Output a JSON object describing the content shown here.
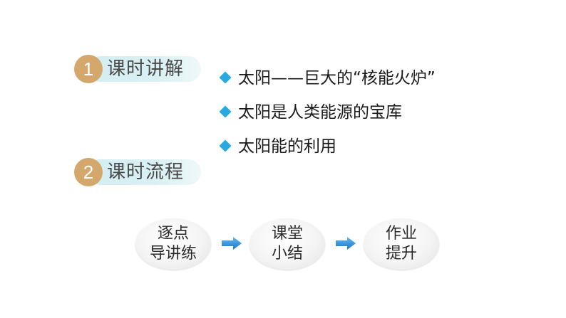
{
  "sections": [
    {
      "number": "1",
      "label": "课时讲解"
    },
    {
      "number": "2",
      "label": "课时流程"
    }
  ],
  "bullets": [
    "太阳——巨大的“核能火炉”",
    "太阳是人类能源的宝库",
    "太阳能的利用"
  ],
  "flow": {
    "steps": [
      {
        "line1": "逐点",
        "line2": "导讲练"
      },
      {
        "line1": "课堂",
        "line2": "小结"
      },
      {
        "line1": "作业",
        "line2": "提升"
      }
    ]
  },
  "colors": {
    "number_circle": "#d4a86c",
    "tag_background": "#d4eef2",
    "bullet_diamond": "#29a9e0",
    "arrow": "#1e88d8"
  },
  "icons": {
    "bullet": "diamond-bullet-icon",
    "flow_arrow": "right-arrow-icon"
  }
}
